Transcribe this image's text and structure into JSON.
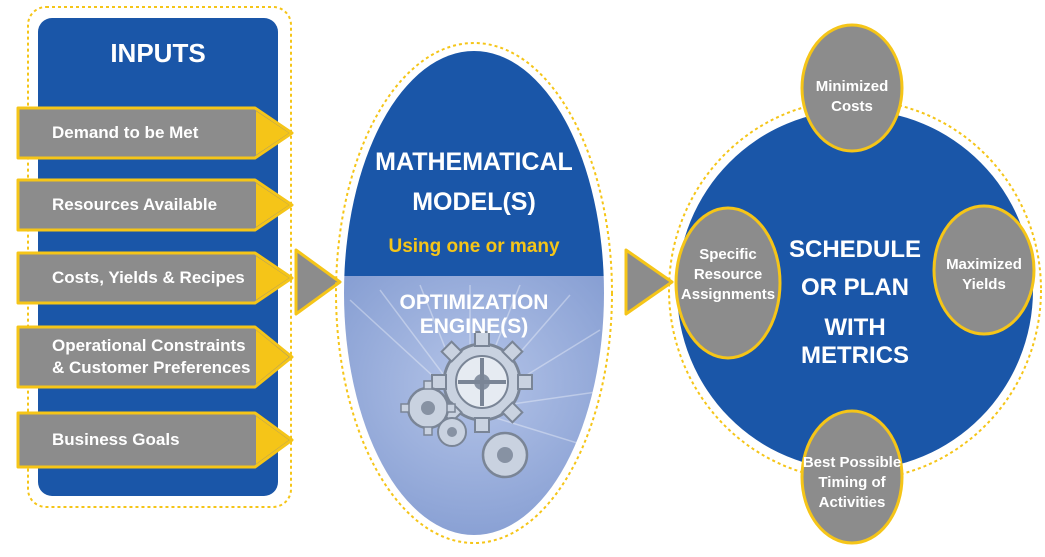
{
  "inputs": {
    "title": "INPUTS",
    "items": [
      {
        "label": "Demand to be Met"
      },
      {
        "label": "Resources Available"
      },
      {
        "label": "Costs, Yields & Recipes"
      },
      {
        "label": "Operational Constraints",
        "label2": "& Customer Preferences"
      },
      {
        "label": "Business Goals"
      }
    ]
  },
  "model": {
    "line1": "MATHEMATICAL",
    "line2": "MODEL(S)",
    "subtitle": "Using one or many",
    "engine": "OPTIMIZATION ENGINE(S)"
  },
  "output": {
    "center_line1": "SCHEDULE",
    "center_line2": "OR PLAN",
    "center_line3": "WITH METRICS",
    "top": {
      "line1": "Minimized",
      "line2": "Costs"
    },
    "right": {
      "line1": "Maximized",
      "line2": "Yields"
    },
    "bottom": {
      "line1": "Best Possible",
      "line2": "Timing of",
      "line3": "Activities"
    },
    "left": {
      "line1": "Specific",
      "line2": "Resource",
      "line3": "Assignments"
    }
  },
  "colors": {
    "blue": "#1a56a8",
    "dark_blue": "#134590",
    "gray": "#8c8c8c",
    "yellow": "#f5c518",
    "light_blue": "#8da6d8"
  }
}
